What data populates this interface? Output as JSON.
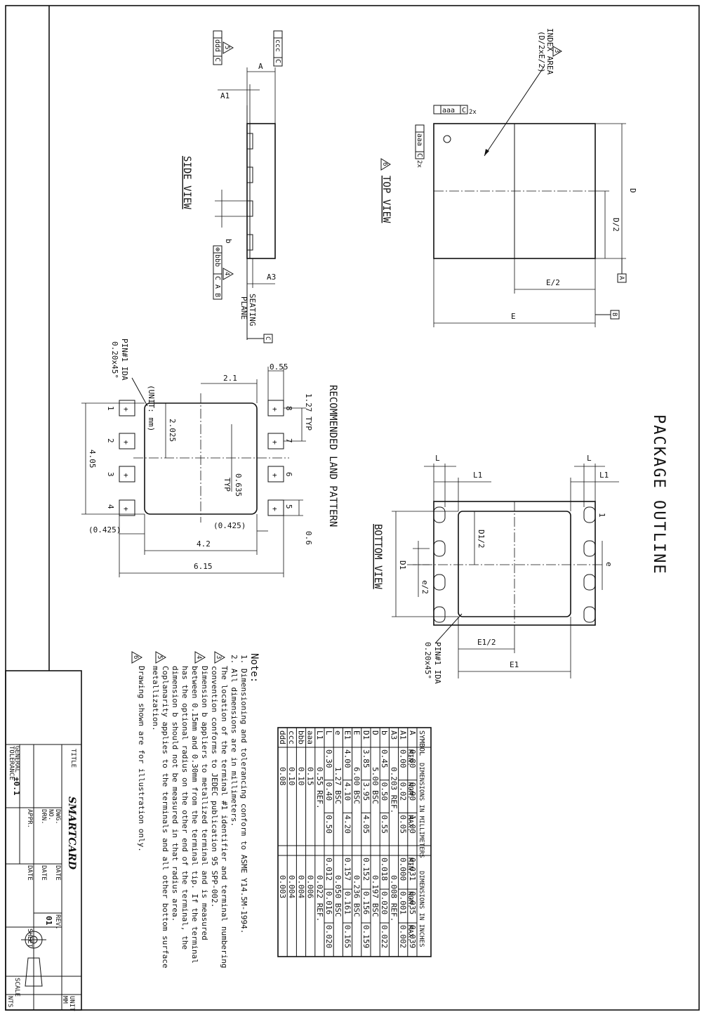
{
  "title": "PACKAGE OUTLINE",
  "top_view": {
    "label": "TOP VIEW",
    "note_ref": "6",
    "index_label": "INDEX AREA",
    "index_dims": "(D/2xE/2)",
    "index_ref": "3",
    "fcf_aaa_1": "aaa",
    "fcf_aaa_1_datum": "C",
    "fcf_aaa_1_mult": "2x",
    "fcf_aaa_2": "aaa",
    "fcf_aaa_2_datum": "C",
    "fcf_aaa_2_mult": "2x",
    "dim_D": "D",
    "dim_D2": "D/2",
    "dim_E": "E",
    "dim_E2": "E/2",
    "datum_A": "A",
    "datum_B": "B"
  },
  "side_view": {
    "label": "SIDE VIEW",
    "dim_A": "A",
    "dim_A1": "A1",
    "dim_A3": "A3",
    "dim_b": "b",
    "seating_1": "SEATING",
    "seating_2": "PLANE",
    "datum_C": "C",
    "fcf_ccc": "ccc",
    "fcf_ccc_datum": "C",
    "fcf_ddd": "ddd",
    "fcf_ddd_datum": "C",
    "fcf_ddd_ref": "5",
    "fcf_bbb": "bbb",
    "fcf_bbb_datums": "C A B",
    "fcf_bbb_ref": "4"
  },
  "bottom_view": {
    "label": "BOTTOM VIEW",
    "dim_L_top": "L",
    "dim_L1_top": "L1",
    "dim_L_bot": "L",
    "dim_L1_bot": "L1",
    "dim_D1": "D1",
    "dim_D1_2": "D1/2",
    "dim_e": "e",
    "dim_e2": "e/2",
    "dim_E1": "E1",
    "dim_E1_2": "E1/2",
    "pin_label": "PIN#1 IDA",
    "pin_chamfer": "0.20x45°",
    "pin_one": "1"
  },
  "land_pattern": {
    "title": "RECOMMENDED LAND PATTERN",
    "unit": "(UNIT: mm)",
    "pin_label": "PIN#1 IDA",
    "pin_chamfer": "0.20x45°",
    "pins": [
      "1",
      "2",
      "3",
      "4",
      "5",
      "6",
      "7",
      "8"
    ],
    "d_055": "0.55",
    "d_21": "2.1",
    "d_127": "1.27 TYP",
    "d_2025": "2.025",
    "d_405": "4.05",
    "d_0635": "0.635",
    "d_0635_typ": "TYP",
    "d_06": "0.6",
    "d_0425a": "(0.425)",
    "d_0425b": "(0.425)",
    "d_42": "4.2",
    "d_615": "6.15"
  },
  "dimension_table": {
    "symbol_header": "SYMBOL",
    "mm_header": "DIMENSIONS IN MILLIMETERS",
    "in_header": "DIMENSIONS IN INCHES",
    "sub_headers": [
      "MIN.",
      "NOM.",
      "MAX."
    ],
    "rows": [
      {
        "sym": "A",
        "mm": [
          "0.80",
          "0.90",
          "1.00"
        ],
        "in": [
          "0.031",
          "0.035",
          "0.039"
        ]
      },
      {
        "sym": "A1",
        "mm": [
          "0.00",
          "0.02",
          "0.05"
        ],
        "in": [
          "0.000",
          "0.001",
          "0.002"
        ]
      },
      {
        "sym": "A3",
        "mm_span": "0.203 REF.",
        "in_span": "0.008 REF."
      },
      {
        "sym": "b",
        "mm": [
          "0.45",
          "0.50",
          "0.55"
        ],
        "in": [
          "0.018",
          "0.020",
          "0.022"
        ]
      },
      {
        "sym": "D",
        "mm_span": "5.00 BSC",
        "in_span": "0.197 BSC"
      },
      {
        "sym": "D1",
        "mm": [
          "3.85",
          "3.95",
          "4.05"
        ],
        "in": [
          "0.152",
          "0.156",
          "0.159"
        ]
      },
      {
        "sym": "E",
        "mm_span": "6.00 BSC",
        "in_span": "0.236 BSC"
      },
      {
        "sym": "E1",
        "mm": [
          "4.00",
          "4.10",
          "4.20"
        ],
        "in": [
          "0.157",
          "0.161",
          "0.165"
        ]
      },
      {
        "sym": "e",
        "mm_span": "1.27 BSC",
        "in_span": "0.050 BSC"
      },
      {
        "sym": "L",
        "mm": [
          "0.30",
          "0.40",
          "0.50"
        ],
        "in": [
          "0.012",
          "0.016",
          "0.020"
        ]
      },
      {
        "sym": "L1",
        "mm_span": "0.55 REF.",
        "in_span": "0.022 REF."
      },
      {
        "sym": "aaa",
        "mm_span": "0.15",
        "in_span": "0.006"
      },
      {
        "sym": "bbb",
        "mm_span": "0.10",
        "in_span": "0.004"
      },
      {
        "sym": "ccc",
        "mm_span": "0.10",
        "in_span": "0.004"
      },
      {
        "sym": "ddd",
        "mm_span": "0.08",
        "in_span": "0.003"
      }
    ]
  },
  "notes": {
    "heading": "Note:",
    "lines": [
      "1. Dimensioning and tolerancing conform to ASME Y14.5M-1994.",
      "2. All dimensions are in millimeters.",
      "The location of the terminal #1 identifier and terminal numbering",
      "convention conforms to JEDEC publication 95 SPP-002.",
      "Dimension b appliers to metallized terminal and is measured",
      "between 0.15mm and 0.30mm from the terminal tip. If the terminal",
      "has the optional radius on the other end of the terminal, the",
      "dimension b should not be measured in that radius area.",
      "Coplanarity applies to the terminals and all other bottom surface",
      "metallization.",
      "Drawing shown are for illustration only."
    ],
    "refs": [
      "3",
      "4",
      "5",
      "6"
    ]
  },
  "title_block": {
    "title_label": "TITLE",
    "company": "SMARTCARD",
    "dwg_no_1": "DWG.",
    "dwg_no_2": "NO.",
    "drn": "DRN.",
    "date_1": "DATE",
    "rev": "REV.",
    "rev_value": "01",
    "appr": "APPR.",
    "date_2": "DATE",
    "date_3": "DATE",
    "tol_1": "GENERAL",
    "tol_2": "TOLERANCE",
    "tol_value": "±0.1",
    "sheet": "SHEET",
    "unit_1": "UNIT",
    "unit_2": "MM",
    "scale_1": "SCALE",
    "scale_2": "NTS"
  }
}
